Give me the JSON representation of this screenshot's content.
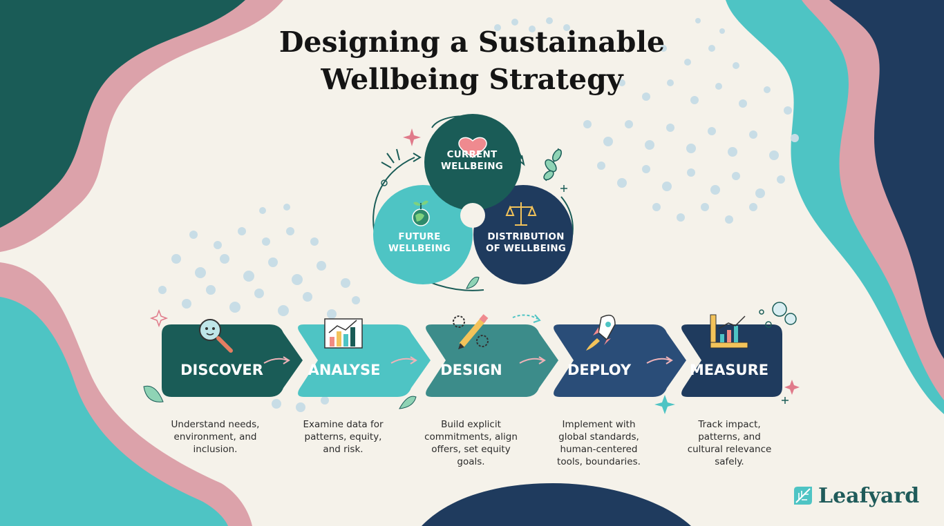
{
  "title": {
    "line1": "Designing a Sustainable",
    "line2": "Wellbeing Strategy"
  },
  "colors": {
    "background": "#f5f2ea",
    "dark_teal": "#1a5c57",
    "teal": "#4ec4c4",
    "navy": "#1f3b5e",
    "pink": "#dca2aa",
    "mid_teal": "#3c8c8a",
    "dot_blue": "#c8dde6"
  },
  "wellbeing": {
    "current": {
      "line1": "CURRENT",
      "line2": "WELLBEING",
      "icon": "heart-icon"
    },
    "future": {
      "line1": "FUTURE",
      "line2": "WELLBEING",
      "icon": "globe-sprout-icon"
    },
    "distribution": {
      "line1": "DISTRIBUTION",
      "line2": "OF WELLBEING",
      "icon": "scales-icon"
    }
  },
  "steps": [
    {
      "label": "DISCOVER",
      "icon": "magnifier-icon",
      "color": "#1a5c57",
      "desc": [
        "Understand needs,",
        "environment, and",
        "inclusion."
      ]
    },
    {
      "label": "ANALYSE",
      "icon": "bar-chart-icon",
      "color": "#4ec4c4",
      "desc": [
        "Examine data for",
        "patterns, equity,",
        "and risk."
      ]
    },
    {
      "label": "DESIGN",
      "icon": "pencil-gears-icon",
      "color": "#3c8c8a",
      "desc": [
        "Build explicit",
        "commitments, align",
        "offers, set equity",
        "goals."
      ]
    },
    {
      "label": "DEPLOY",
      "icon": "rocket-icon",
      "color": "#2a4d78",
      "desc": [
        "Implement with",
        "global standards,",
        "human-centered",
        "tools, boundaries."
      ]
    },
    {
      "label": "MEASURE",
      "icon": "ruler-chart-icon",
      "color": "#1f3b5e",
      "desc": [
        "Track impact,",
        "patterns, and",
        "cultural relevance",
        "safely."
      ]
    }
  ],
  "brand": {
    "name": "Leafyard",
    "icon": "leaf-logo-icon"
  }
}
